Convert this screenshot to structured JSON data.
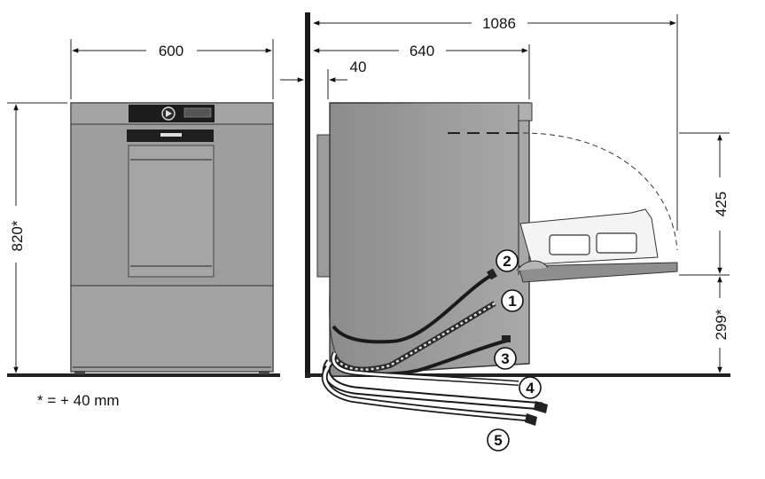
{
  "dimensions": {
    "front_width": "600",
    "height": "820*",
    "overall_depth": "1086",
    "machine_depth": "640",
    "wall_gap": "40",
    "door_height": "425",
    "door_bottom_height": "299*"
  },
  "note": "* = + 40 mm",
  "callouts": [
    "1",
    "2",
    "3",
    "4",
    "5"
  ]
}
